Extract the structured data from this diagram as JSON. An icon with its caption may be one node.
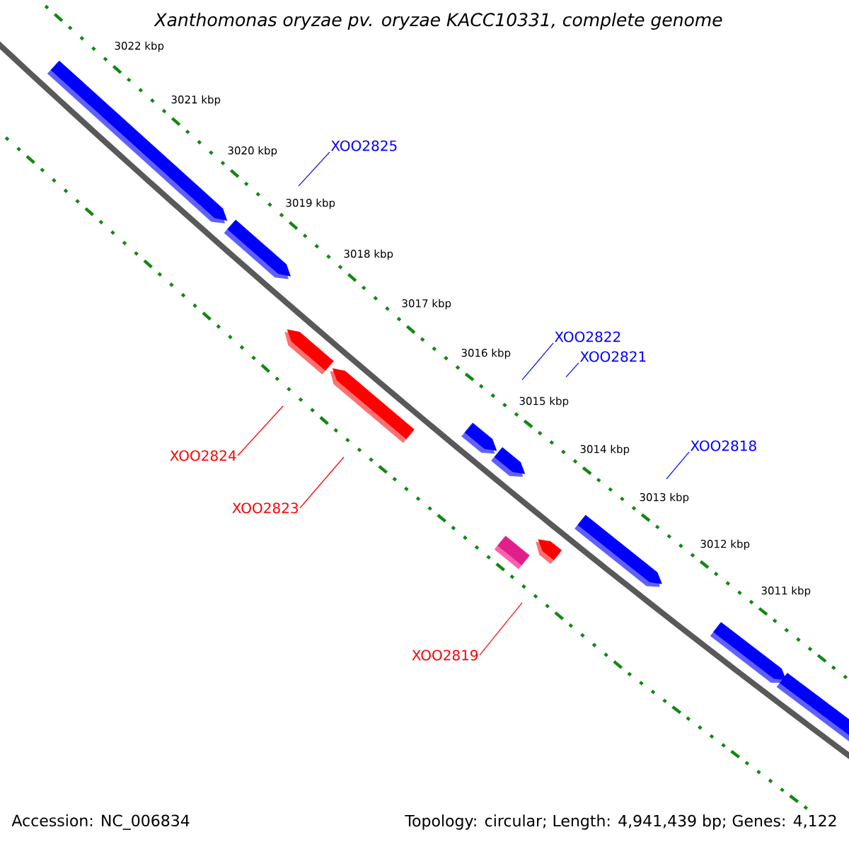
{
  "diagram": {
    "title": "Xanthomonas oryzae pv. oryzae KACC10331, complete genome",
    "nodes": [
      {
        "text": [
          "XOO2825"
        ]
      },
      {
        "text": [
          "XOO2822"
        ]
      },
      {
        "text": [
          "XOO2821"
        ]
      },
      {
        "text": [
          "XOO2818"
        ]
      },
      {
        "text": [
          "XOO2824"
        ]
      },
      {
        "text": [
          "XOO2823"
        ]
      },
      {
        "text": [
          "XOO2819"
        ]
      }
    ],
    "edges": [
      {
        "from": 0,
        "to": null,
        "arrow": "none"
      },
      {
        "from": 1,
        "to": null,
        "arrow": "none"
      },
      {
        "from": 2,
        "to": null,
        "arrow": "none"
      },
      {
        "from": 3,
        "to": null,
        "arrow": "none"
      },
      {
        "from": 4,
        "to": null,
        "arrow": "none",
        "color": "#ff0000"
      },
      {
        "from": 5,
        "to": null,
        "arrow": "none",
        "color": "#ff0000"
      },
      {
        "from": 6,
        "to": null,
        "arrow": "none",
        "color": "#ff0000"
      }
    ],
    "labels": [
      "3022 kbp",
      "3021 kbp",
      "3020 kbp",
      "3019 kbp",
      "3018 kbp",
      "3017 kbp",
      "3016 kbp",
      "3015 kbp",
      "3014 kbp",
      "3013 kbp",
      "3012 kbp",
      "3011 kbp",
      "Accession: NC_006834",
      "Topology: circular; Length: 4,941,439 bp; Genes: 4,122"
    ]
  }
}
